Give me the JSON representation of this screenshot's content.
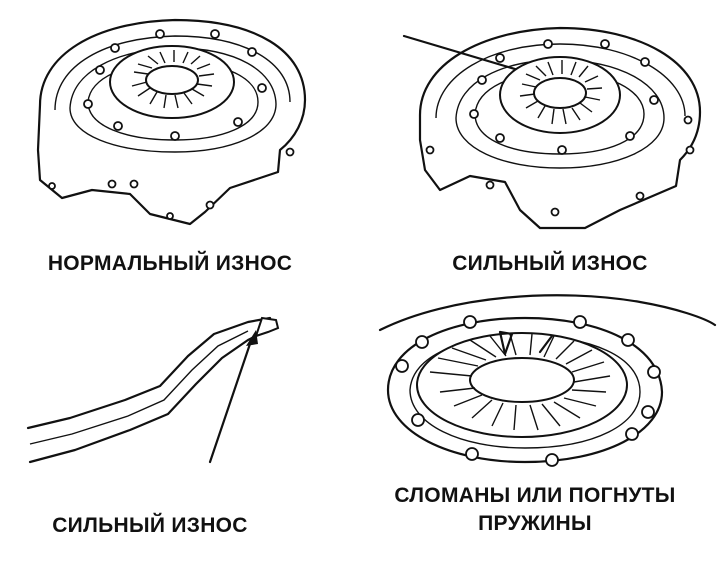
{
  "figure": {
    "panels": [
      {
        "caption": "НОРМАЛЬНЫЙ ИЗНОС",
        "illustration": "clutch-pressure-plate-normal"
      },
      {
        "caption": "СИЛЬНЫЙ ИЗНОС",
        "illustration": "clutch-pressure-plate-worn"
      },
      {
        "caption": "СИЛЬНЫЙ ИЗНОС",
        "illustration": "diaphragm-finger-worn-tip"
      },
      {
        "caption_line1": "СЛОМАНЫ ИЛИ ПОГНУТЫ",
        "caption_line2": "ПРУЖИНЫ",
        "illustration": "broken-bent-springs"
      }
    ]
  }
}
